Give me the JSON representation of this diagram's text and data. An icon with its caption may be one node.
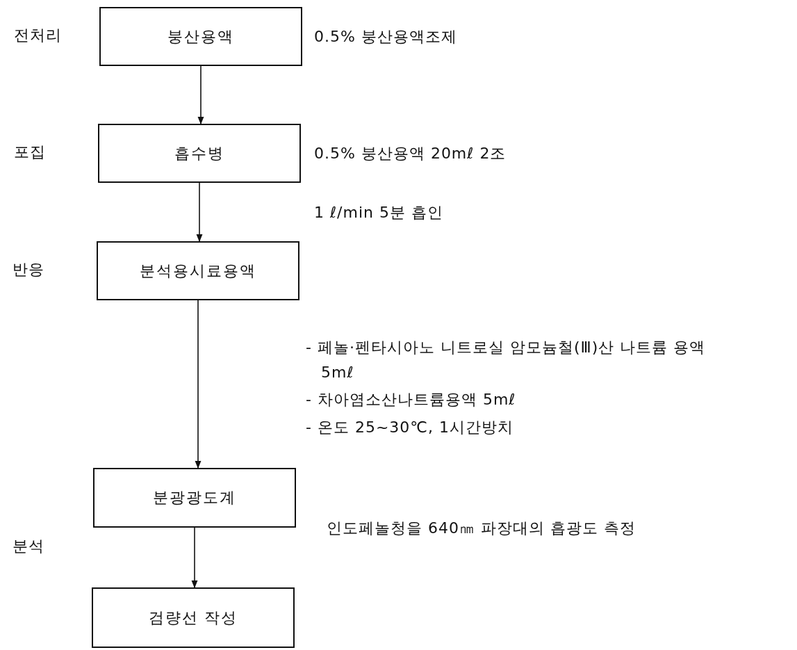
{
  "diagram": {
    "nodes": [
      {
        "text": [
          "붕산용액"
        ],
        "beside": [
          "0.5% 붕산용액조제"
        ]
      },
      {
        "text": [
          "흡수병"
        ],
        "beside": [
          "0.5% 붕산용액 20mℓ 2조"
        ]
      },
      {
        "text": [
          "분석용시료용액"
        ]
      },
      {
        "text": [
          "분광광도계"
        ]
      },
      {
        "text": [
          "검량선 작성"
        ]
      }
    ],
    "edges": [
      {
        "from": 0,
        "to": 1,
        "arrow": "to"
      },
      {
        "from": 1,
        "to": 2,
        "arrow": "to"
      },
      {
        "from": 2,
        "to": 3,
        "arrow": "to"
      },
      {
        "from": 3,
        "to": 4,
        "arrow": "to"
      }
    ],
    "labels": [
      "전처리",
      "포집",
      "1 ℓ/min 5분 흡인",
      "반응",
      "- 페놀·펜타시아노 니트로실 암모늄철(Ⅲ)산 나트륨 용액 5mℓ",
      "- 차아염소산나트륨용액 5mℓ",
      "- 온도 25~30℃, 1시간방치",
      "인도페놀청을 640㎚ 파장대의 흡광도 측정",
      "분석"
    ]
  }
}
